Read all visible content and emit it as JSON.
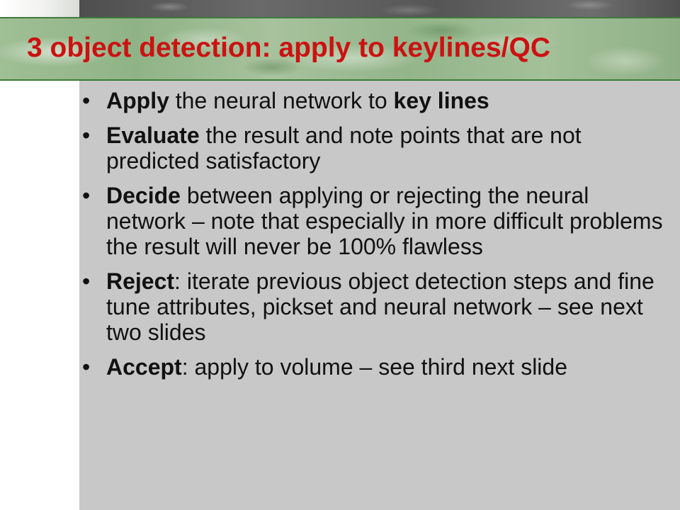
{
  "slide": {
    "title": "3 object detection: apply to keylines/QC",
    "bullet_char": "•",
    "bullets": [
      {
        "parts": [
          {
            "text": "Apply",
            "bold": true
          },
          {
            "text": " the neural network to ",
            "bold": false
          },
          {
            "text": "key lines",
            "bold": true
          }
        ]
      },
      {
        "parts": [
          {
            "text": "Evaluate",
            "bold": true
          },
          {
            "text": " the result and note points that are not predicted satisfactory",
            "bold": false
          }
        ]
      },
      {
        "parts": [
          {
            "text": "Decide",
            "bold": true
          },
          {
            "text": " between applying or rejecting the neural network – note that especially in more difficult problems the result will never be 100% flawless",
            "bold": false
          }
        ]
      },
      {
        "parts": [
          {
            "text": "Reject",
            "bold": true
          },
          {
            "text": ": iterate previous object detection steps and fine tune attributes, pickset and neural network – see next two slides",
            "bold": false
          }
        ]
      },
      {
        "parts": [
          {
            "text": "Accept",
            "bold": true
          },
          {
            "text": ": apply to volume – see third next slide",
            "bold": false
          }
        ]
      }
    ]
  },
  "colors": {
    "title": "#cc1111",
    "content_background": "#c8c8c8",
    "text": "#111111"
  }
}
